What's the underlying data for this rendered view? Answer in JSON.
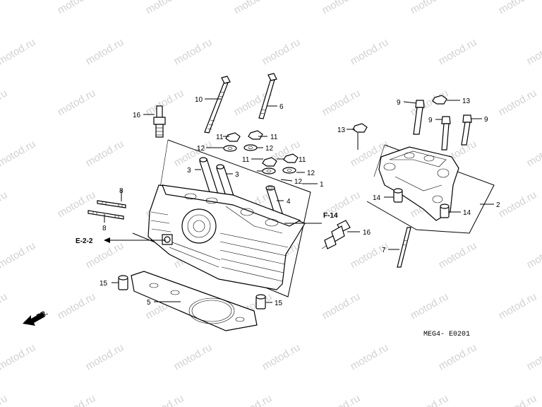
{
  "watermark": {
    "text": "motod.ru"
  },
  "diagram": {
    "code": "MEG4- E0201",
    "front_label": "FR.",
    "refs": {
      "e22": "E-2-2",
      "f14": "F-14"
    },
    "callouts": {
      "c1": "1",
      "c2": "2",
      "c3a": "3",
      "c3b": "3",
      "c4": "4",
      "c5": "5",
      "c6": "6",
      "c7": "7",
      "c8a": "8",
      "c8b": "8",
      "c9a": "9",
      "c9b": "9",
      "c9c": "9",
      "c10": "10",
      "c11a": "11",
      "c11b": "11",
      "c11c": "11",
      "c11d": "11",
      "c12a": "12",
      "c12b": "12",
      "c12c": "12",
      "c12d": "12",
      "c13a": "13",
      "c13b": "13",
      "c14a": "14",
      "c14b": "14",
      "c15a": "15",
      "c15b": "15",
      "c16a": "16",
      "c16b": "16"
    }
  }
}
